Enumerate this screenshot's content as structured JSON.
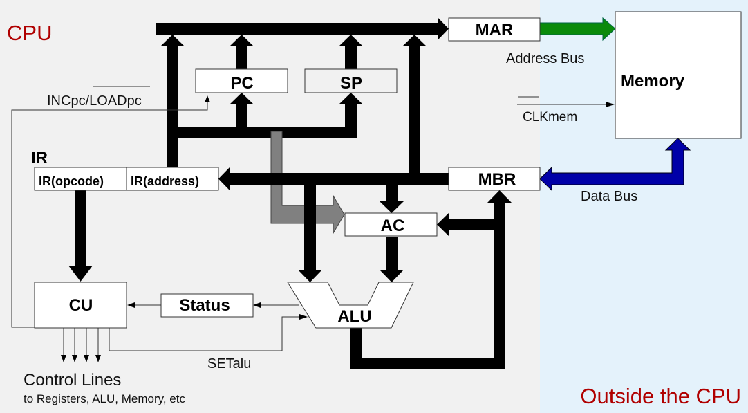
{
  "regions": {
    "cpu_label": "CPU",
    "outside_label": "Outside the CPU",
    "cpu_bg": "#f1f1f1",
    "outside_bg": "#e4f2fb"
  },
  "registers": {
    "mar": "MAR",
    "mbr": "MBR",
    "pc": "PC",
    "sp": "SP",
    "ac": "AC",
    "ir_title": "IR",
    "ir_opcode": "IR(opcode)",
    "ir_address": "IR(address)",
    "cu": "CU",
    "status": "Status",
    "alu": "ALU",
    "memory": "Memory"
  },
  "signals": {
    "inc_load_pc": "INCpc/LOADpc",
    "clk_mem": "CLKmem",
    "set_alu": "SETalu",
    "address_bus": "Address Bus",
    "data_bus": "Data Bus",
    "control_lines": "Control Lines",
    "control_lines_sub": "to Registers, ALU, Memory, etc"
  },
  "colors": {
    "title_red": "#b00000",
    "address_bus_green": "#0a8a0a",
    "data_bus_blue": "#0000a8",
    "internal_bus": "#000000",
    "pc_to_ac_gray": "#808080"
  }
}
